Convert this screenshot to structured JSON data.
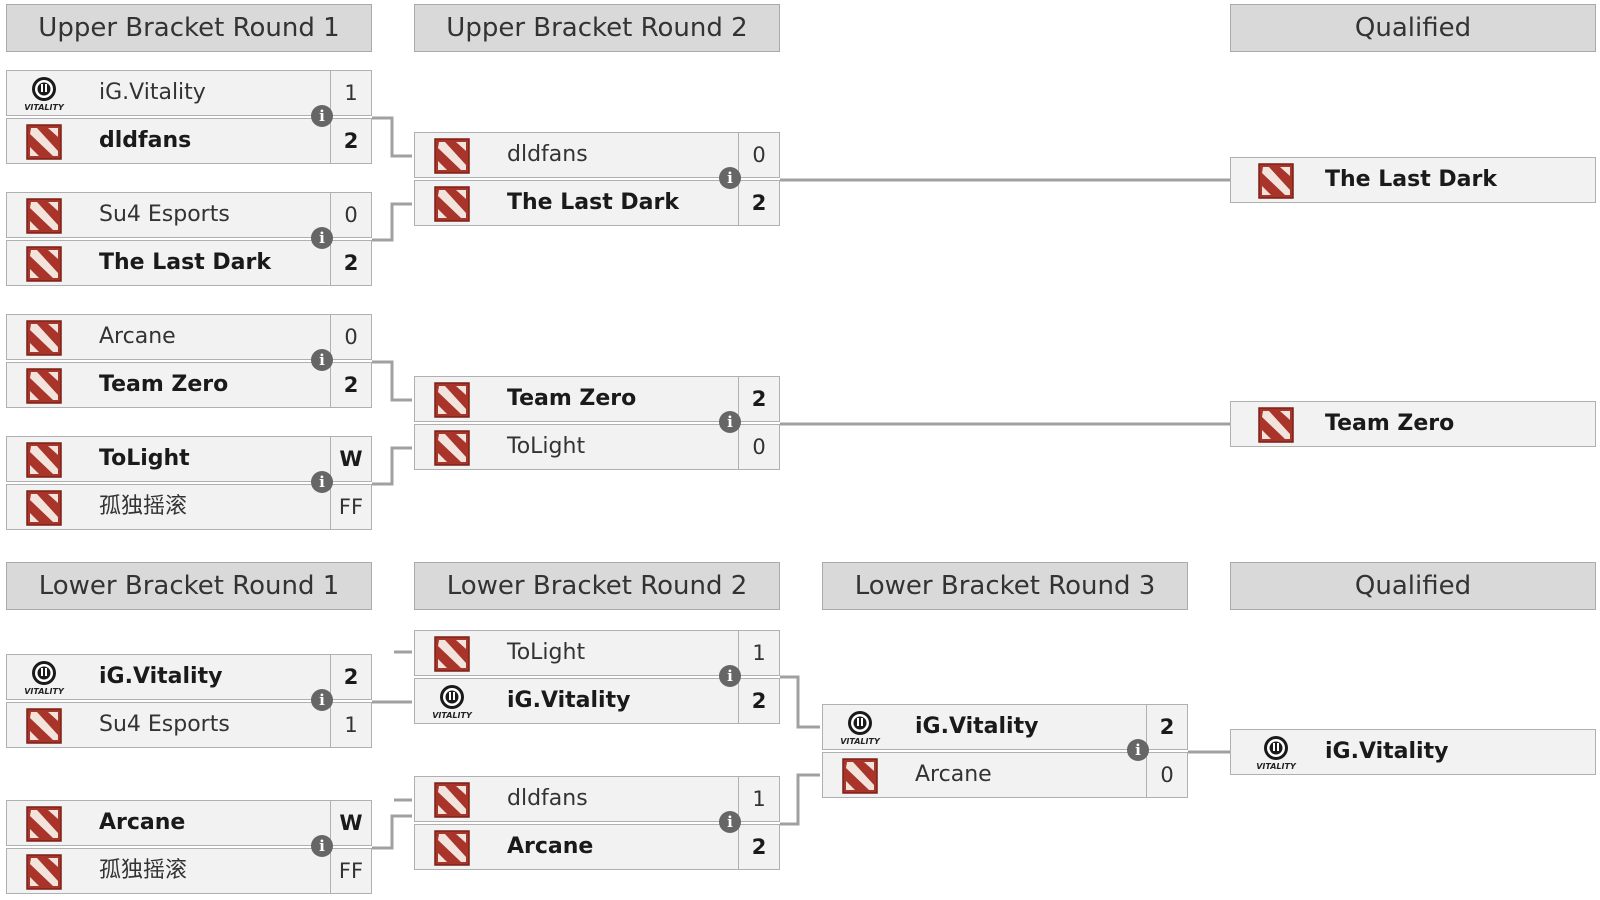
{
  "headers": {
    "ubr1": "Upper Bracket Round 1",
    "ubr2": "Upper Bracket Round 2",
    "uq": "Qualified",
    "lbr1": "Lower Bracket Round 1",
    "lbr2": "Lower Bracket Round 2",
    "lbr3": "Lower Bracket Round 3",
    "lq": "Qualified"
  },
  "vitality_logo_text": "VITALITY",
  "info_glyph": "i",
  "matches": {
    "ub1_1": {
      "t1": {
        "name": "iG.Vitality",
        "score": "1",
        "logo": "vitality-icon"
      },
      "t2": {
        "name": "dldfans",
        "score": "2",
        "logo": "dota-icon"
      }
    },
    "ub1_2": {
      "t1": {
        "name": "Su4 Esports",
        "score": "0",
        "logo": "dota-icon"
      },
      "t2": {
        "name": "The Last Dark",
        "score": "2",
        "logo": "dota-icon"
      }
    },
    "ub1_3": {
      "t1": {
        "name": "Arcane",
        "score": "0",
        "logo": "dota-icon"
      },
      "t2": {
        "name": "Team Zero",
        "score": "2",
        "logo": "dota-icon"
      }
    },
    "ub1_4": {
      "t1": {
        "name": "ToLight",
        "score": "W",
        "logo": "dota-icon"
      },
      "t2": {
        "name": "孤独摇滚",
        "score": "FF",
        "logo": "dota-icon"
      }
    },
    "ub2_1": {
      "t1": {
        "name": "dldfans",
        "score": "0",
        "logo": "dota-icon"
      },
      "t2": {
        "name": "The Last Dark",
        "score": "2",
        "logo": "dota-icon"
      }
    },
    "ub2_2": {
      "t1": {
        "name": "Team Zero",
        "score": "2",
        "logo": "dota-icon"
      },
      "t2": {
        "name": "ToLight",
        "score": "0",
        "logo": "dota-icon"
      }
    },
    "lb1_1": {
      "t1": {
        "name": "iG.Vitality",
        "score": "2",
        "logo": "vitality-icon"
      },
      "t2": {
        "name": "Su4 Esports",
        "score": "1",
        "logo": "dota-icon"
      }
    },
    "lb1_2": {
      "t1": {
        "name": "Arcane",
        "score": "W",
        "logo": "dota-icon"
      },
      "t2": {
        "name": "孤独摇滚",
        "score": "FF",
        "logo": "dota-icon"
      }
    },
    "lb2_1": {
      "t1": {
        "name": "ToLight",
        "score": "1",
        "logo": "dota-icon"
      },
      "t2": {
        "name": "iG.Vitality",
        "score": "2",
        "logo": "vitality-icon"
      }
    },
    "lb2_2": {
      "t1": {
        "name": "dldfans",
        "score": "1",
        "logo": "dota-icon"
      },
      "t2": {
        "name": "Arcane",
        "score": "2",
        "logo": "dota-icon"
      }
    },
    "lb3_1": {
      "t1": {
        "name": "iG.Vitality",
        "score": "2",
        "logo": "vitality-icon"
      },
      "t2": {
        "name": "Arcane",
        "score": "0",
        "logo": "dota-icon"
      }
    }
  },
  "qualified": {
    "uq1": {
      "name": "The Last Dark",
      "logo": "dota-icon"
    },
    "uq2": {
      "name": "Team Zero",
      "logo": "dota-icon"
    },
    "lq1": {
      "name": "iG.Vitality",
      "logo": "vitality-icon"
    }
  },
  "colors": {
    "header_bg": "#d9d9d9",
    "slot_bg": "#f2f2f2",
    "dota_red": "#a8342a",
    "connector": "#a0a0a0"
  }
}
